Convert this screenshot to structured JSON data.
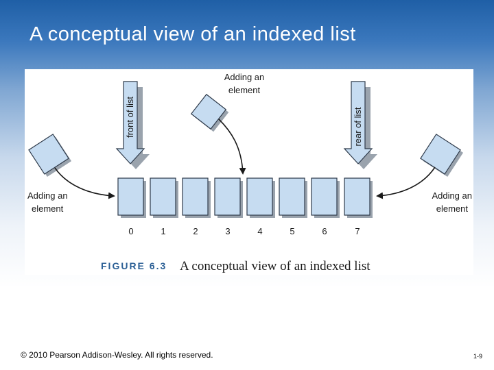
{
  "slide": {
    "title": "A conceptual view of an indexed list",
    "footer": "© 2010 Pearson Addison-Wesley. All rights reserved.",
    "page_number": "1-9"
  },
  "diagram": {
    "top_add_label_line1": "Adding an",
    "top_add_label_line2": "element",
    "left_add_label_line1": "Adding an",
    "left_add_label_line2": "element",
    "right_add_label_line1": "Adding an",
    "right_add_label_line2": "element",
    "front_label": "front of list",
    "rear_label": "rear of list",
    "indices": [
      "0",
      "1",
      "2",
      "3",
      "4",
      "5",
      "6",
      "7"
    ],
    "caption_label": "FIGURE 6.3",
    "caption_text": "A conceptual view of an indexed list",
    "colors": {
      "box_fill": "#c6dcf1",
      "box_stroke": "#2e3a4a",
      "box_shadow": "#9aa3ad",
      "caption_blue": "#2b5f95"
    }
  }
}
